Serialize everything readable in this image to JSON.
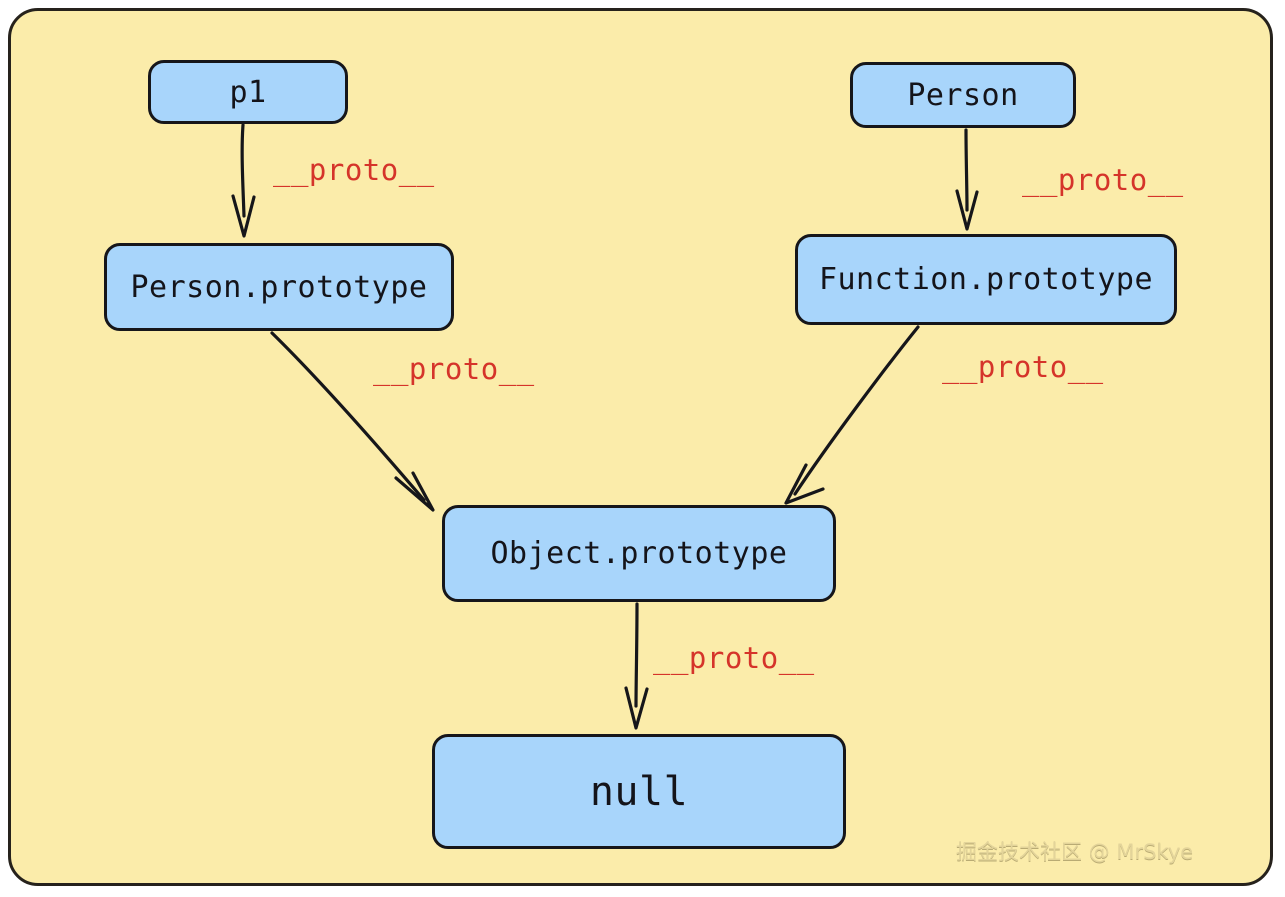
{
  "diagram": {
    "title": "JavaScript prototype chain diagram",
    "background_color": "#fbecaa",
    "node_fill_color": "#a8d5fb",
    "node_stroke_color": "#16161a",
    "edge_label_color": "#d5342a",
    "nodes": [
      {
        "id": "p1",
        "label": "p1"
      },
      {
        "id": "person",
        "label": "Person"
      },
      {
        "id": "person_prototype",
        "label": "Person.prototype"
      },
      {
        "id": "function_prototype",
        "label": "Function.prototype"
      },
      {
        "id": "object_prototype",
        "label": "Object.prototype"
      },
      {
        "id": "null",
        "label": "null"
      }
    ],
    "edges": [
      {
        "id": "p1_to_person_prototype",
        "from": "p1",
        "to": "person_prototype",
        "label": "__proto__"
      },
      {
        "id": "person_to_function_prototype",
        "from": "person",
        "to": "function_prototype",
        "label": "__proto__"
      },
      {
        "id": "person_prototype_to_object_prototype",
        "from": "person_prototype",
        "to": "object_prototype",
        "label": "__proto__"
      },
      {
        "id": "function_prototype_to_object_prototype",
        "from": "function_prototype",
        "to": "object_prototype",
        "label": "__proto__"
      },
      {
        "id": "object_prototype_to_null",
        "from": "object_prototype",
        "to": "null",
        "label": "__proto__"
      }
    ]
  },
  "watermark": {
    "text": "掘金技术社区 @ MrSkye"
  }
}
